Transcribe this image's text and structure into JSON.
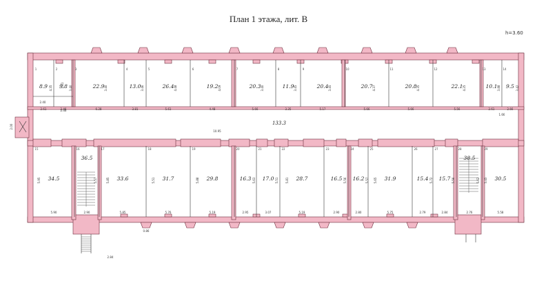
{
  "title": "План 1 этажа, лит. В",
  "height_mark": "h=3.60",
  "colors": {
    "wall_fill": "#f2b8c6",
    "wall_stroke": "#6b2a3a",
    "line": "#333333"
  },
  "corridor": {
    "area": "133.3",
    "length": "10.95"
  },
  "top_rooms": [
    {
      "num": "1",
      "area": "8.9",
      "side": "4.35",
      "bottom": "2.61"
    },
    {
      "num": "2",
      "area": "9.8",
      "side": "3.40",
      "bottom": "2.46"
    },
    {
      "num": "3",
      "area": "22.9",
      "side": "3.40",
      "bottom": "6.28"
    },
    {
      "num": "4",
      "area": "13.0",
      "side": "3.46",
      "bottom": "3.81"
    },
    {
      "num": "5",
      "area": "26.4",
      "side": "4.48",
      "bottom": "5.61"
    },
    {
      "num": "6",
      "area": "19.2",
      "side": "4.09",
      "bottom": "4.48"
    },
    {
      "num": "7",
      "area": "20.3",
      "side": "3.40",
      "bottom": "5.66"
    },
    {
      "num": "8",
      "area": "11.9",
      "side": "3.45",
      "bottom": "3.35"
    },
    {
      "num": "9",
      "area": "20.4",
      "side": "3.45",
      "bottom": "5.17"
    },
    {
      "num": "10",
      "area": "20.7",
      "side": "4.37",
      "bottom": "5.66"
    },
    {
      "num": "11",
      "area": "20.8",
      "side": "4.35",
      "bottom": "5.66"
    },
    {
      "num": "12",
      "area": "22.1",
      "side": "4.25",
      "bottom": "5.56"
    },
    {
      "num": "13",
      "area": "10.1",
      "side": "3.88",
      "bottom": "2.61"
    },
    {
      "num": "14",
      "area": "9.5",
      "side": "3.42",
      "bottom": "2.66"
    }
  ],
  "bottom_rooms": [
    {
      "num": "15",
      "area": "34.5",
      "side": "5.95",
      "bottom": "5.90"
    },
    {
      "num": "16",
      "area": "36.5",
      "side": "5.57",
      "bottom": "2.90"
    },
    {
      "num": "17",
      "area": "33.6",
      "side": "5.85",
      "bottom": "5.85"
    },
    {
      "num": "18",
      "area": "31.7",
      "side": "5.51",
      "bottom": "5.76"
    },
    {
      "num": "19",
      "area": "29.8",
      "side": "5.88",
      "bottom": "5.19"
    },
    {
      "num": "20",
      "area": "16.3",
      "side": "5.63",
      "bottom": "2.95"
    },
    {
      "num": "21",
      "area": "17.0",
      "side": "5.51",
      "bottom": "3.07"
    },
    {
      "num": "22",
      "area": "28.7",
      "side": "5.81",
      "bottom": "5.19"
    },
    {
      "num": "23",
      "area": "16.5",
      "side": "5.56",
      "bottom": "2.90"
    },
    {
      "num": "24",
      "area": "16.2",
      "side": "5.57",
      "bottom": "2.80"
    },
    {
      "num": "25",
      "area": "31.9",
      "side": "5.65",
      "bottom": "5.75"
    },
    {
      "num": "26",
      "area": "15.4",
      "side": "5.72",
      "bottom": "2.79"
    },
    {
      "num": "27",
      "area": "15.7",
      "side": "5.56",
      "bottom": "2.84"
    },
    {
      "num": "28",
      "area": "38.5",
      "side": "5.62",
      "bottom": "2.76"
    },
    {
      "num": "29",
      "area": "30.5",
      "side": "5.45",
      "bottom": "5.58"
    }
  ],
  "porch_label": "2.84",
  "entrance_label": "2.00",
  "misc_labels": [
    "2.40",
    "2.46",
    "0.86",
    "1.81",
    "1.66"
  ]
}
